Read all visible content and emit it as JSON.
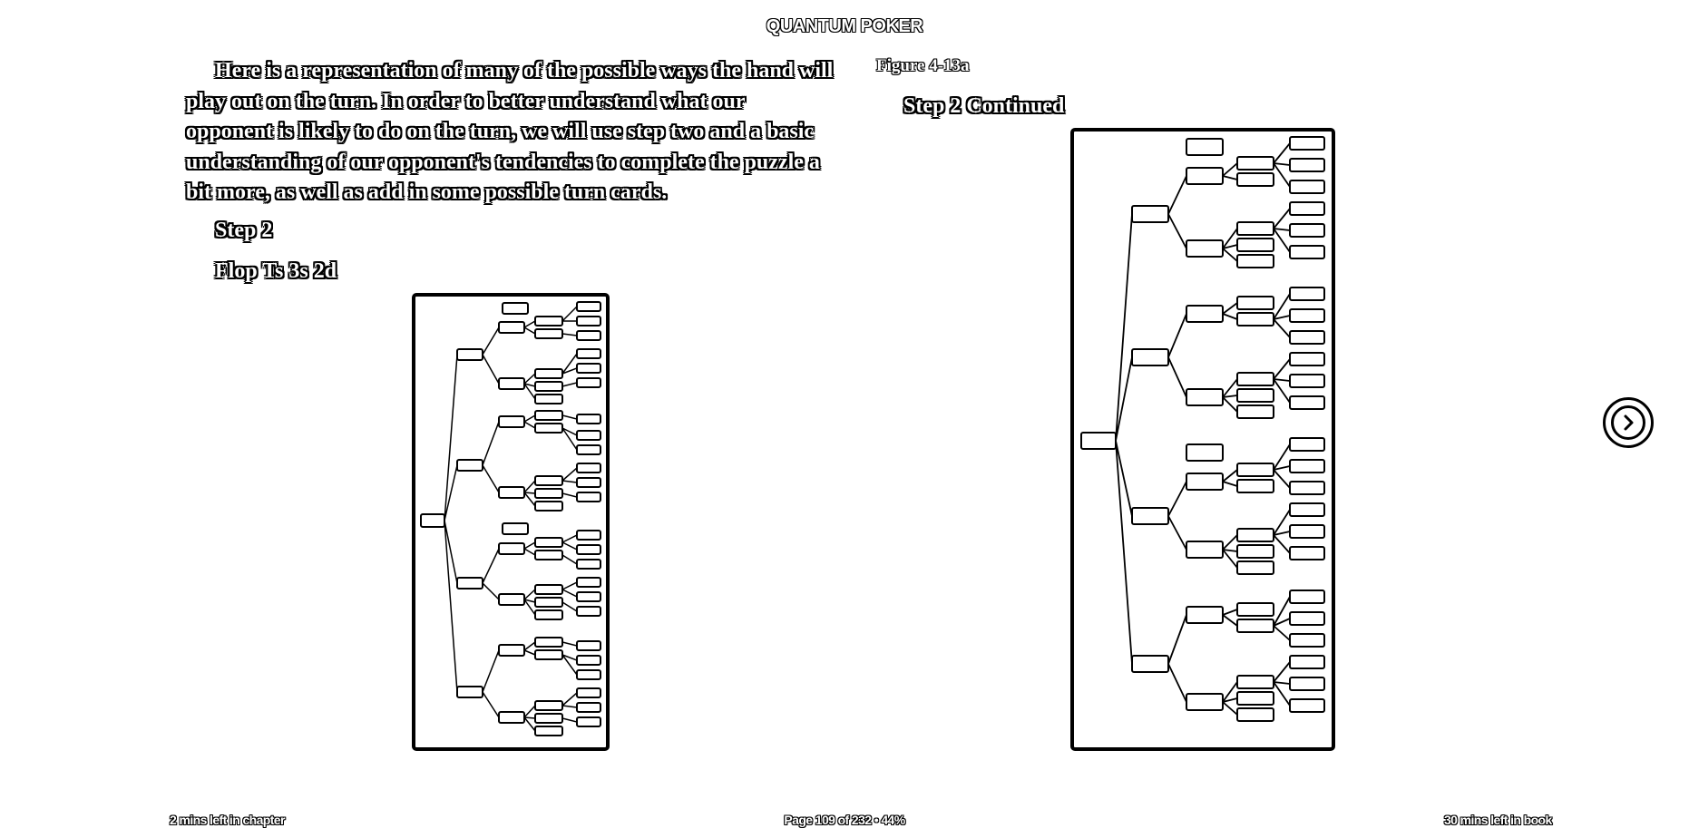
{
  "header": {
    "book_title": "QUANTUM POKER"
  },
  "content": {
    "intro_paragraph": "Here is a representation of many of the possible ways the hand will play out on the turn. In order to better understand what our opponent is likely to do on the turn, we will use step two and a basic understanding of our opponent's tendencies to complete the puzzle a bit more, as well as add in some possible turn cards.",
    "step_heading": "Step 2",
    "flop_heading": "Flop Ts 3s 2d",
    "figure_label": "Figure 4-13a",
    "figure_subtitle": "Step 2 Continued"
  },
  "footer": {
    "chapter_time": "2 mins left in chapter",
    "page_info": "Page 109 of 232 • 44%",
    "book_time": "30 mins left in book"
  },
  "navigation": {
    "next_icon": "chevron-right-circle-icon"
  },
  "colors": {
    "background": "#ffffff",
    "ink": "#000000"
  }
}
